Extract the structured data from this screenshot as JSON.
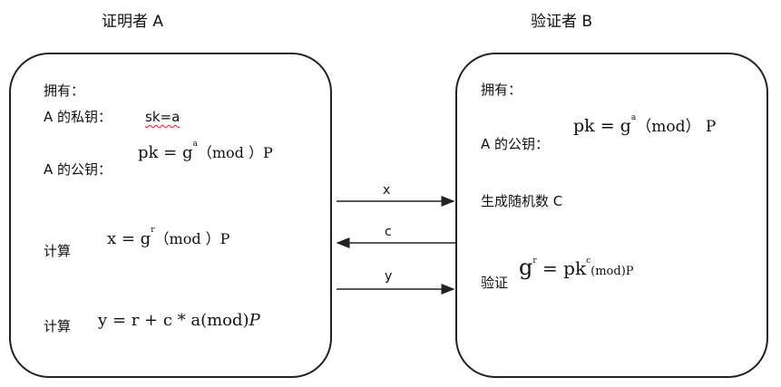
{
  "prover": {
    "title": "证明者 A",
    "has_label": "拥有：",
    "private_key_label": "A 的私钥：",
    "private_key_value": "sk=a",
    "public_key_label": "A 的公钥：",
    "pk_lhs": "pk = g",
    "pk_exp": "a",
    "pk_rhs": "（mod ）P",
    "compute_label_1": "计算",
    "x_lhs": "x = g",
    "x_exp": "r",
    "x_rhs": "（mod ）P",
    "compute_label_2": "计算",
    "y_formula": "y = r + c * a(mod)",
    "y_formula_p": "P"
  },
  "verifier": {
    "title": "验证者 B",
    "has_label": "拥有：",
    "public_key_label": "A 的公钥：",
    "pk_lhs": "pk = g",
    "pk_exp": "a",
    "pk_rhs": "（mod） P",
    "random_label": "生成随机数 C",
    "verify_label": "验证",
    "verify_g": "g",
    "verify_g_exp": "r",
    "verify_eq": " = pk",
    "verify_pk_exp": "c",
    "verify_mod": "(mod)P"
  },
  "messages": [
    {
      "label": "x",
      "direction": "right"
    },
    {
      "label": "c",
      "direction": "left"
    },
    {
      "label": "y",
      "direction": "right"
    }
  ]
}
